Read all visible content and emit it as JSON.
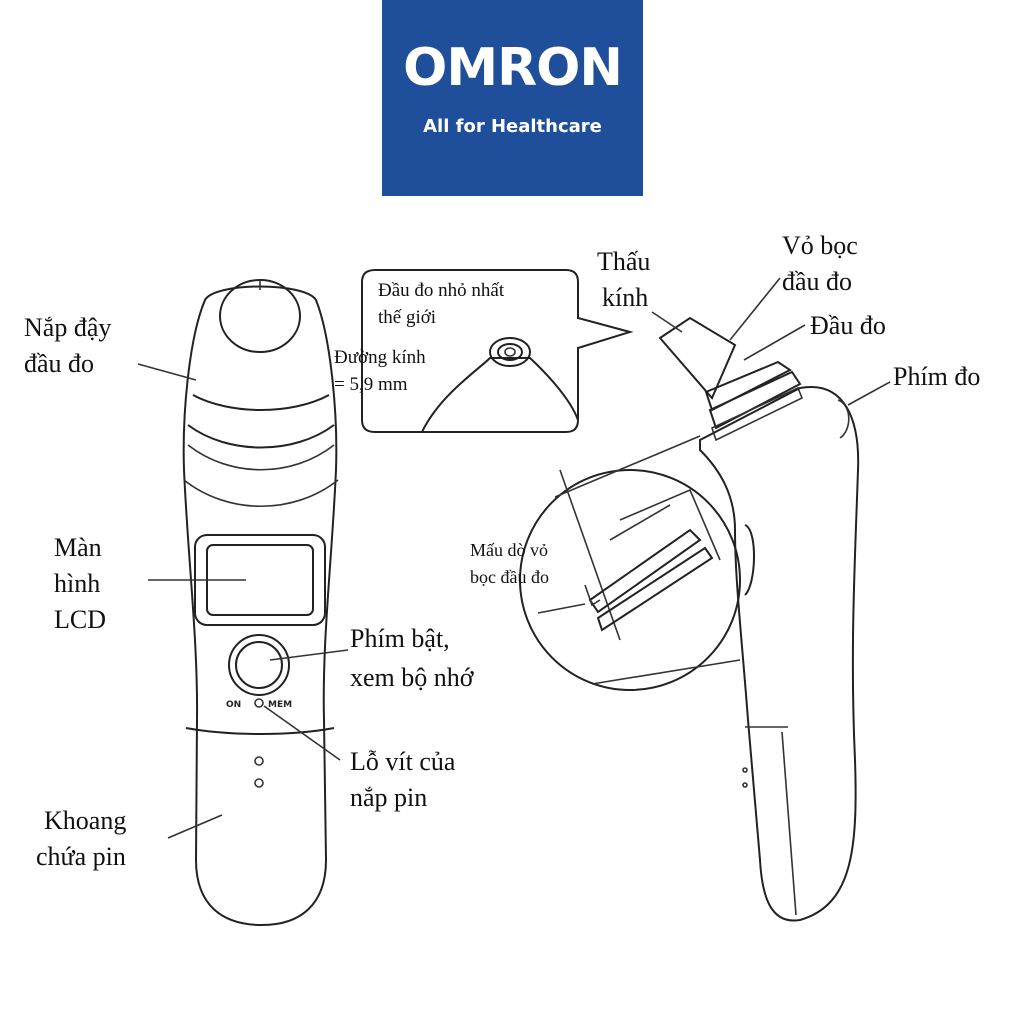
{
  "logo": {
    "brand": "OMRON",
    "tagline": "All for Healthcare",
    "color": "#1f4e9a"
  },
  "labels": {
    "probe_cover_cap": [
      "Nắp đậy",
      "đầu  đo"
    ],
    "lcd_screen": [
      "Màn",
      "hình",
      "LCD"
    ],
    "on_mem_button": [
      "Phím bật,",
      "xem bộ nhớ"
    ],
    "battery_screw_hole": [
      "Lỗ vít của",
      "nắp  pin"
    ],
    "battery_compartment": [
      "Khoang",
      "chứa pin"
    ],
    "lens": [
      "Thấu",
      "kính"
    ],
    "probe_cover": [
      "Vỏ bọc",
      "đầu đo"
    ],
    "probe": "Đầu đo",
    "measure_button": "Phím đo",
    "probe_cover_detector": [
      "Mấu dò vỏ",
      "bọc đầu đo"
    ]
  },
  "callout": {
    "line1": "Đầu đo nhỏ nhất",
    "line2": "thế giới",
    "diameter_line1": "Đường kính",
    "diameter_line2": "= 5,9 mm"
  },
  "device_markings": {
    "on": "ON",
    "mem": "MEM"
  }
}
